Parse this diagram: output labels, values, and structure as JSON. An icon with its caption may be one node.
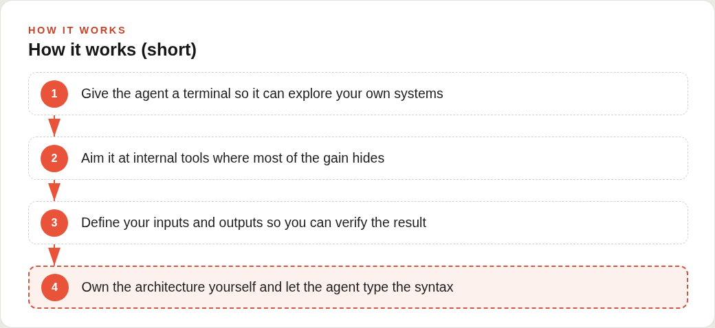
{
  "diagram": {
    "title": "How it works (short)",
    "nodes": [
      {
        "text": [
          "Give the agent a terminal so it can explore your own systems"
        ]
      },
      {
        "text": [
          "1"
        ],
        "in": 0
      },
      {
        "text": [
          "Aim it at internal tools where most of the gain hides"
        ]
      },
      {
        "text": [
          "2"
        ],
        "in": 2
      },
      {
        "text": [
          "Define your inputs and outputs so you can verify the result"
        ]
      },
      {
        "text": [
          "3"
        ],
        "in": 4
      },
      {
        "text": [
          "Own the architecture yourself and let the agent type the syntax"
        ]
      },
      {
        "text": [
          "4"
        ],
        "in": 6
      }
    ],
    "edges": [
      {
        "from": 0,
        "to": 2,
        "arrow": "to"
      },
      {
        "from": 2,
        "to": 4,
        "arrow": "to"
      },
      {
        "from": 4,
        "to": 6,
        "arrow": "to"
      }
    ],
    "labels": [
      "HOW IT WORKS"
    ]
  }
}
